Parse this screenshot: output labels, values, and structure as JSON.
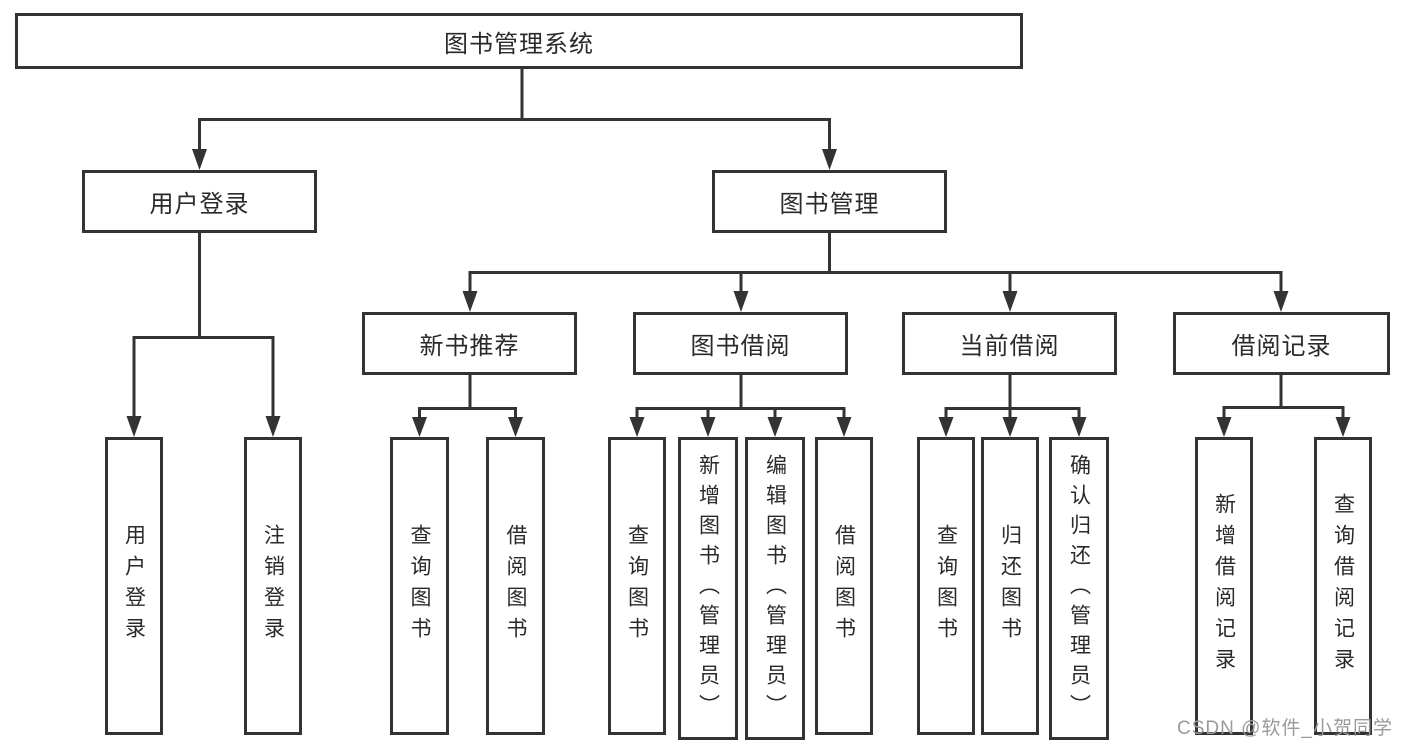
{
  "diagram_title": "图书管理系统",
  "colors": {
    "line": "#333333",
    "box_border": "#333333",
    "text": "#2a2a2a",
    "background": "#ffffff",
    "watermark": "#9a9a9a"
  },
  "tree": {
    "label": "图书管理系统",
    "children": [
      {
        "label": "用户登录",
        "children": [
          {
            "label": "用户登录"
          },
          {
            "label": "注销登录"
          }
        ]
      },
      {
        "label": "图书管理",
        "children": [
          {
            "label": "新书推荐",
            "children": [
              {
                "label": "查询图书"
              },
              {
                "label": "借阅图书"
              }
            ]
          },
          {
            "label": "图书借阅",
            "children": [
              {
                "label": "查询图书"
              },
              {
                "label": "新增图书（管理员）"
              },
              {
                "label": "编辑图书（管理员）"
              },
              {
                "label": "借阅图书"
              }
            ]
          },
          {
            "label": "当前借阅",
            "children": [
              {
                "label": "查询图书"
              },
              {
                "label": "归还图书"
              },
              {
                "label": "确认归还（管理员）"
              }
            ]
          },
          {
            "label": "借阅记录",
            "children": [
              {
                "label": "新增借阅记录"
              },
              {
                "label": "查询借阅记录"
              }
            ]
          }
        ]
      }
    ]
  },
  "watermark": {
    "text": "CSDN @软件_小贺同学"
  }
}
